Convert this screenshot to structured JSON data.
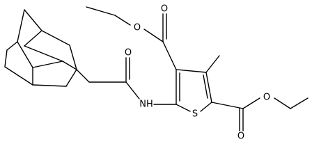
{
  "molecule": {
    "atoms": {
      "S": "S",
      "NH": "NH",
      "O_amide": "O",
      "O_ester1_carbonyl": "O",
      "O_ester1_ether": "O",
      "O_ester2_carbonyl": "O",
      "O_ester2_ether": "O"
    }
  },
  "colors": {
    "bond": "#000000",
    "background": "#ffffff"
  }
}
